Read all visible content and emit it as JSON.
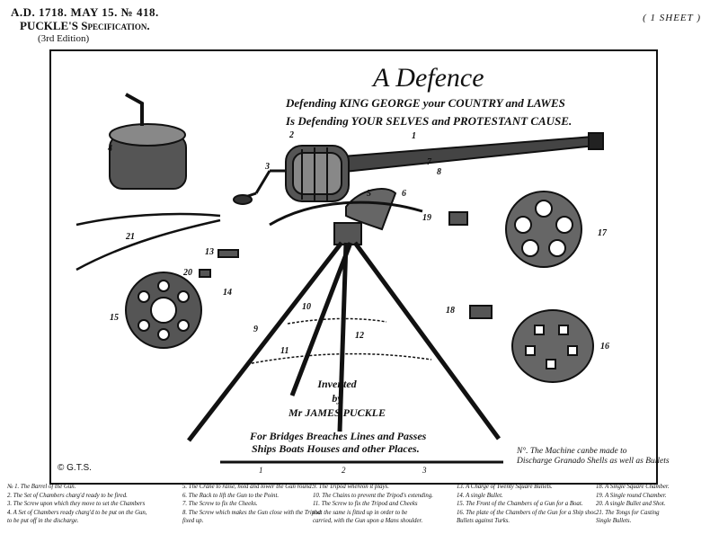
{
  "header": {
    "line1": "A.D. 1718. MAY 15. № 418.",
    "line2": "PUCKLE'S Specification.",
    "line3": "(3rd Edition)",
    "sheet": "( 1 SHEET )"
  },
  "plate": {
    "title": "A Defence",
    "subtitle1": "Defending KING GEORGE your COUNTRY and LAWES",
    "subtitle2": "Is Defending YOUR SELVES and PROTESTANT CAUSE.",
    "invented": "Invented",
    "by": "by",
    "inventor": "Mr JAMES PUCKLE",
    "uses1": "For Bridges Breaches Lines and Passes",
    "uses2": "Ships Boats Houses and other Places.",
    "note1": "N°. The Machine canbe made to",
    "note2": "Discharge Granado Shells as well as Bullets",
    "copyright": "© G.T.S.",
    "scale_labels": [
      "1",
      "2",
      "3"
    ],
    "part_numbers": [
      "1",
      "2",
      "3",
      "4",
      "5",
      "6",
      "7",
      "8",
      "9",
      "10",
      "11",
      "12",
      "13",
      "14",
      "15",
      "16",
      "17",
      "18",
      "19",
      "20",
      "21"
    ]
  },
  "legend": [
    [
      "№ 1. The Barrel of the Gun.",
      "2. The Set of Chambers charg'd ready to be fired.",
      "3. The Screw upon which they move to set the Chambers true.",
      "4. A Set of Chambers ready charg'd to be put on the Gun, which is",
      "to be put off in the discharge."
    ],
    [
      "5. The Crane to raise, hold and lower the Gun round.",
      "6. The Rack to lift the Gun to the Point.",
      "7. The Screw to fix the Cheeks.",
      "8. The Screw which makes the Gun close with the Tripod to be",
      "fixed up."
    ],
    [
      "9. The Tripod whereon it plays.",
      "10. The Chains to prevent the Tripod's extending.",
      "11. The Screw to fix the Tripod and Cheeks",
      "that the same is fitted up in order to be",
      "carried, with the Gun upon a Mans shoulder."
    ],
    [
      "13. A Charge of Twenty Square Bullets.",
      "14. A single Bullet.",
      "15. The Front of the Chambers of a Gun for a Boat.",
      "16. The plate of the Chambers of the Gun for a Ship shooting Square",
      "Bullets against Turks."
    ],
    [
      "18. A Single Square Chamber.",
      "19. A Single round Chamber.",
      "20. A single Bullet and Shot.",
      "21. The Tongs for Casting",
      "Single Bullets."
    ]
  ]
}
